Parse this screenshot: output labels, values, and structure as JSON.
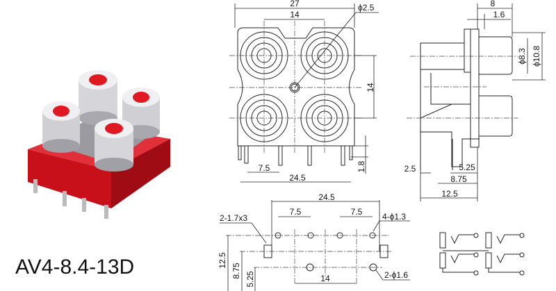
{
  "product": {
    "model": "AV4-8.4-13D",
    "colors": {
      "base": "#d8141c",
      "insert": "#e01822",
      "metal": "#c8c8cc"
    }
  },
  "front_view": {
    "dims": {
      "width": "27",
      "pitch_h": "14",
      "hole": "ϕ2.5",
      "pitch_v": "14",
      "pin_len": "1.8",
      "pin_pitch": "7.5",
      "pin_span": "24.5"
    }
  },
  "side_view": {
    "dims": {
      "depth": "8",
      "flange": "1.6",
      "d_inner": "ϕ8.3",
      "d_outer": "ϕ10.8",
      "a": "2.5",
      "b": "5.25",
      "c": "8.75",
      "d": "12.5"
    }
  },
  "footprint": {
    "dims": {
      "span": "24.5",
      "pads": "2-1.7x3",
      "pitch1": "7.5",
      "pitch2": "7.5",
      "holes": "4-ϕ1.3",
      "y1": "12.5",
      "y2": "8.75",
      "y3": "5.25",
      "pitch_bottom": "14",
      "holes2": "2-ϕ1.6"
    }
  }
}
